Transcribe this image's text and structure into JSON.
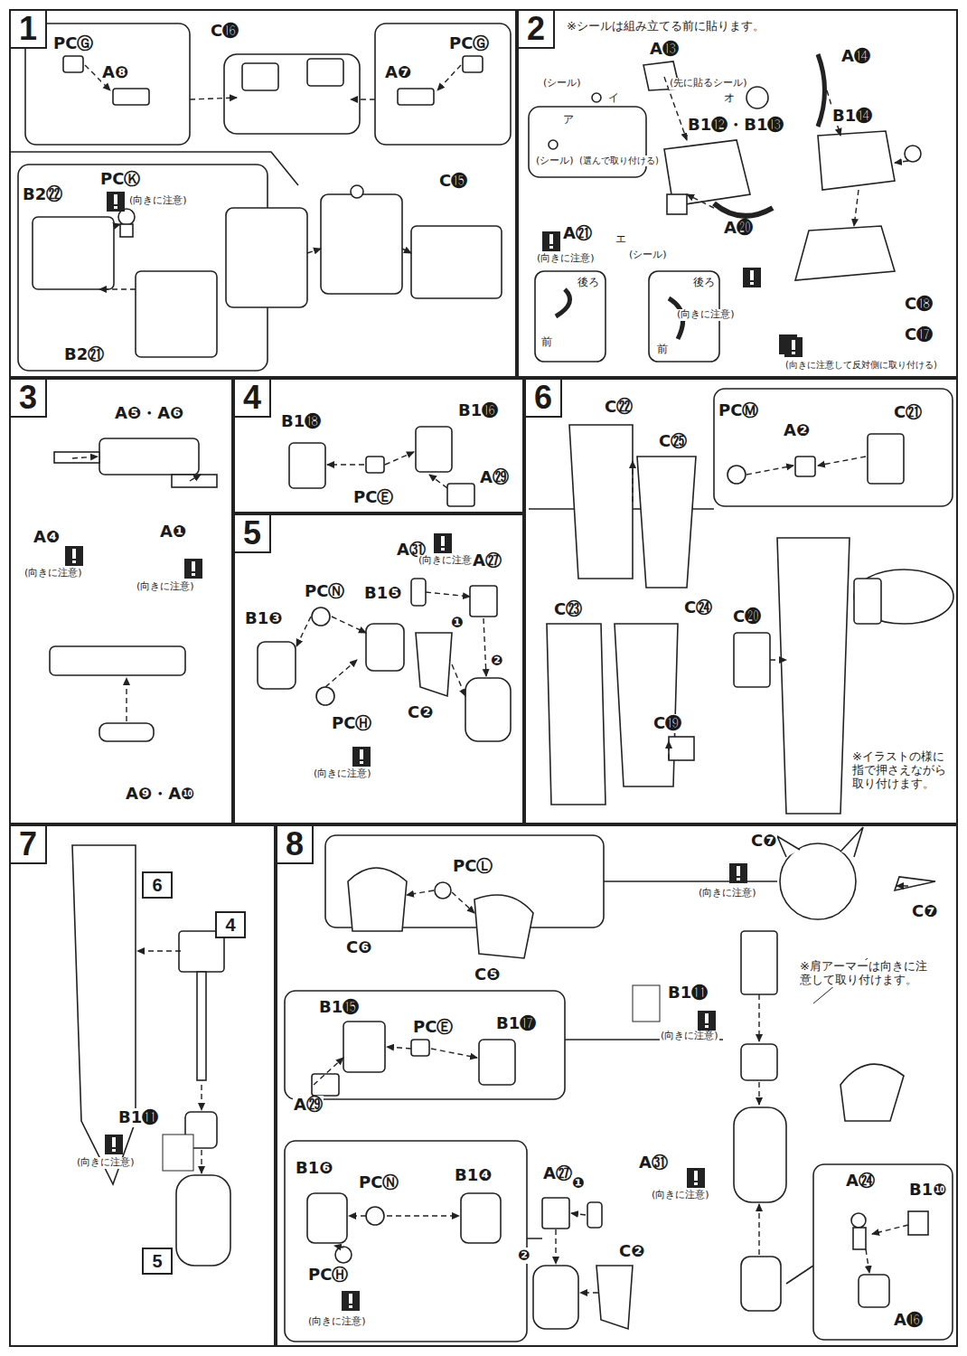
{
  "diagram": {
    "nodes": [
      {
        "text": [
          "1"
        ]
      },
      {
        "text": [
          "2"
        ]
      },
      {
        "text": [
          "3"
        ]
      },
      {
        "text": [
          "4"
        ]
      },
      {
        "text": [
          "5"
        ]
      },
      {
        "text": [
          "6"
        ]
      },
      {
        "text": [
          "7"
        ]
      },
      {
        "text": [
          "8"
        ]
      },
      {
        "text": [
          "6"
        ],
        "in": 6
      },
      {
        "text": [
          "4"
        ],
        "in": 6
      },
      {
        "text": [
          "5"
        ],
        "in": 6
      }
    ],
    "labels": [
      "PCⒼ",
      "A❽",
      "C⓰",
      "PCⒼ",
      "A❼",
      "B2㉒",
      "PCⓀ",
      "(向きに注意)",
      "C⓯",
      "B2㉑",
      "※シールは組み立てる前に貼ります。",
      "(シール)",
      "イ",
      "A⓭",
      "(先に貼るシール)",
      "オ",
      "ア",
      "(シール)",
      "(選んで取り付ける)",
      "B1⓬・B1⓭",
      "A㉑",
      "(向きに注意)",
      "エ",
      "(シール)",
      "A⓴",
      "(向きに注意)",
      "後ろ",
      "前",
      "後ろ",
      "前",
      "A⓮",
      "B1⓮",
      "C⓲",
      "C⓱",
      "(向きに注意して反対側に取り付ける)",
      "A❺・A❻",
      "A❹",
      "(向きに注意)",
      "A❶",
      "(向きに注意)",
      "A❾・A❿",
      "B1⓲",
      "B1⓰",
      "PCⒺ",
      "A㉙",
      "B1❸",
      "PCⓃ",
      "B1❺",
      "PCⒽ",
      "(向きに注意)",
      "A㉛",
      "(向きに注意)",
      "A㉗",
      "❶",
      "C❷",
      "❷",
      "C㉒",
      "C㉕",
      "PCⓂ",
      "A❷",
      "C㉑",
      "C㉓",
      "C㉔",
      "C⓴",
      "C⓳",
      "※イラストの様に指で押さえながら取り付けます。",
      "B1⓫",
      "(向きに注意)",
      "PCⓁ",
      "C❻",
      "C❺",
      "C❼",
      "C❼",
      "(向きに注意)",
      "※肩アーマーは向きに注意して取り付けます。",
      "B1⓯",
      "A㉙",
      "PCⒺ",
      "B1⓱",
      "B1⓫",
      "(向きに注意)",
      "B1❻",
      "PCⓃ",
      "B1❹",
      "PCⒽ",
      "(向きに注意)",
      "A㉗",
      "❶",
      "A㉛",
      "(向きに注意)",
      "❷",
      "C❷",
      "A㉔",
      "B1❿",
      "A⓰"
    ]
  }
}
